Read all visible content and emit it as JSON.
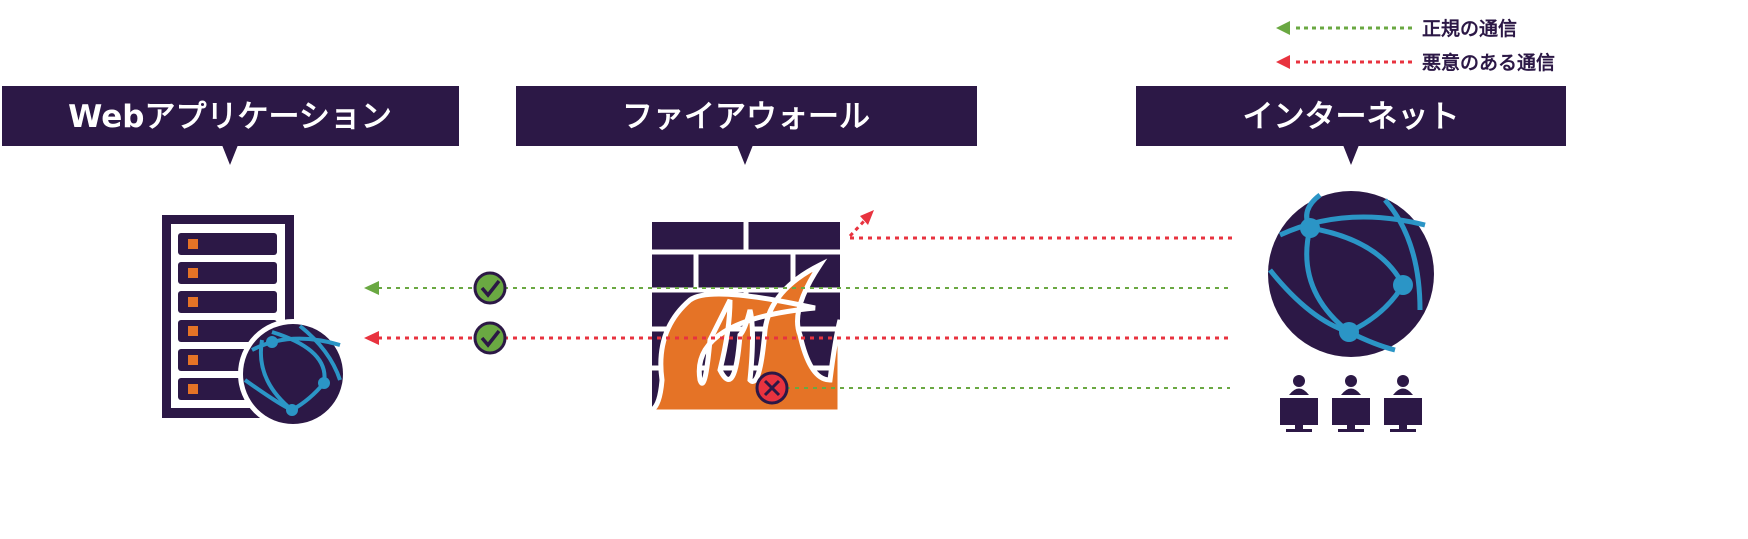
{
  "legend": {
    "legit": {
      "label": "正規の通信",
      "color": "#6aa842"
    },
    "malicious": {
      "label": "悪意のある通信",
      "color": "#e8333f"
    }
  },
  "sections": {
    "webapp": {
      "label": "Webアプリケーション",
      "icon": "server-with-globe-icon"
    },
    "firewall": {
      "label": "ファイアウォール",
      "icon": "firewall-icon"
    },
    "internet": {
      "label": "インターネット",
      "icon": "globe-users-icon"
    }
  },
  "colors": {
    "dark": "#2c1846",
    "blue": "#2b95c6",
    "orange": "#e57326",
    "green": "#6aa842",
    "red": "#e8333f"
  }
}
